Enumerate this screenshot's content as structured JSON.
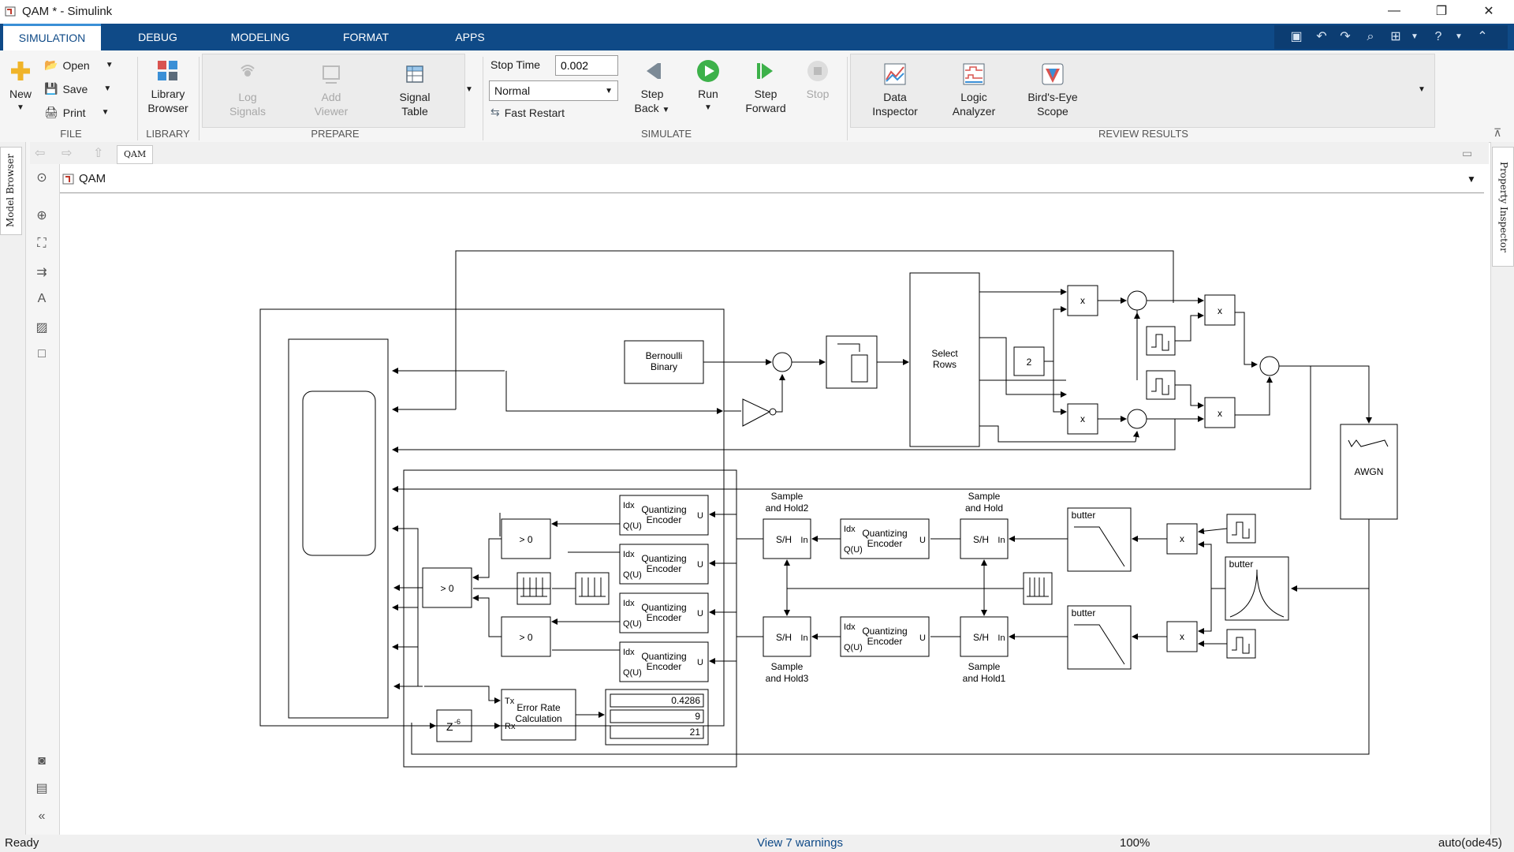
{
  "window": {
    "title": "QAM * - Simulink",
    "minimize": "—",
    "restore": "❐",
    "close": "✕"
  },
  "tabs": [
    {
      "label": "SIMULATION",
      "active": true
    },
    {
      "label": "DEBUG"
    },
    {
      "label": "MODELING"
    },
    {
      "label": "FORMAT"
    },
    {
      "label": "APPS"
    }
  ],
  "ribbon": {
    "file": {
      "label": "FILE",
      "new": "New",
      "open": "Open",
      "save": "Save",
      "print": "Print"
    },
    "library": {
      "label": "LIBRARY",
      "browser_line1": "Library",
      "browser_line2": "Browser"
    },
    "prepare": {
      "label": "PREPARE",
      "log_signals_1": "Log",
      "log_signals_2": "Signals",
      "add_viewer_1": "Add",
      "add_viewer_2": "Viewer",
      "signal_table_1": "Signal",
      "signal_table_2": "Table"
    },
    "simulate": {
      "label": "SIMULATE",
      "stop_time_label": "Stop Time",
      "stop_time_value": "0.002",
      "mode": "Normal",
      "fast_restart": "Fast Restart",
      "step_back_1": "Step",
      "step_back_2": "Back",
      "run": "Run",
      "step_forward_1": "Step",
      "step_forward_2": "Forward",
      "stop": "Stop"
    },
    "review": {
      "label": "REVIEW RESULTS",
      "data_inspector_1": "Data",
      "data_inspector_2": "Inspector",
      "logic_analyzer_1": "Logic",
      "logic_analyzer_2": "Analyzer",
      "birds_eye_1": "Bird's-Eye",
      "birds_eye_2": "Scope"
    }
  },
  "sidebar": {
    "model_browser": "Model Browser",
    "property_inspector": "Property Inspector"
  },
  "breadcrumb": {
    "tab": "QAM",
    "path": "QAM"
  },
  "diagram": {
    "bernoulli_1": "Bernoulli",
    "bernoulli_2": "Binary",
    "select_rows_1": "Select",
    "select_rows_2": "Rows",
    "const_2": "2",
    "mult": "x",
    "awgn": "AWGN",
    "butter": "butter",
    "sh_label": "S/H",
    "in_port": "In",
    "sample_hold": "Sample",
    "sample_hold_2": "and Hold",
    "sample_hold2": "and Hold2",
    "sample_hold3": "and Hold3",
    "sample_hold1": "and Hold1",
    "quant_1": "Quantizing",
    "quant_2": "Encoder",
    "idx_port": "Idx",
    "qu_port": "Q(U)",
    "u_port": "U",
    "switch_label": "> 0",
    "delay_label": "Z",
    "delay_exp": "-6",
    "err_1": "Error Rate",
    "err_2": "Calculation",
    "tx_port": "Tx",
    "rx_port": "Rx",
    "display_1": "0.4286",
    "display_2": "9",
    "display_3": "21"
  },
  "status": {
    "ready": "Ready",
    "warnings": "View 7 warnings",
    "zoom": "100%",
    "solver": "auto(ode45)"
  }
}
